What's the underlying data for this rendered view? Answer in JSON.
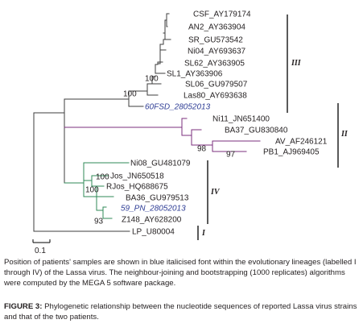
{
  "tree": {
    "leaves": [
      {
        "id": "CSF",
        "label": "CSF_AY179174",
        "highlight": false
      },
      {
        "id": "AN2",
        "label": "AN2_AY363904",
        "highlight": false
      },
      {
        "id": "SR",
        "label": "SR_GU573542",
        "highlight": false
      },
      {
        "id": "Ni04",
        "label": "Ni04_AY693637",
        "highlight": false
      },
      {
        "id": "SL62",
        "label": "SL62_AY363905",
        "highlight": false
      },
      {
        "id": "SL1",
        "label": "SL1_AY363906",
        "highlight": false
      },
      {
        "id": "SL06",
        "label": "SL06_GU979507",
        "highlight": false
      },
      {
        "id": "Las80",
        "label": "Las80_AY693638",
        "highlight": false
      },
      {
        "id": "60FSD",
        "label": "60FSD_28052013",
        "highlight": true
      },
      {
        "id": "Ni11",
        "label": "Ni11_JN651400",
        "highlight": false
      },
      {
        "id": "BA37",
        "label": "BA37_GU830840",
        "highlight": false
      },
      {
        "id": "AV",
        "label": "AV_AF246121",
        "highlight": false
      },
      {
        "id": "PB1",
        "label": "PB1_AJ969405",
        "highlight": false
      },
      {
        "id": "Ni08",
        "label": "Ni08_GU481079",
        "highlight": false
      },
      {
        "id": "Jos",
        "label": "Jos_JN650518",
        "highlight": false
      },
      {
        "id": "RJos",
        "label": "RJos_HQ688675",
        "highlight": false
      },
      {
        "id": "BA36",
        "label": "BA36_GU979513",
        "highlight": false
      },
      {
        "id": "59PN",
        "label": "59_PN_28052013",
        "highlight": true
      },
      {
        "id": "Z148",
        "label": "Z148_AY628200",
        "highlight": false
      },
      {
        "id": "LP",
        "label": "LP_U80004",
        "highlight": false
      }
    ],
    "bootstrap_values": [
      {
        "node": "SL1-pair",
        "value": "100"
      },
      {
        "node": "lineage-III",
        "value": "100"
      },
      {
        "node": "lineage-II",
        "value": "98"
      },
      {
        "node": "AV-PB1",
        "value": "97"
      },
      {
        "node": "Jos-RJos",
        "value": "100"
      },
      {
        "node": "lineage-IV",
        "value": "100"
      },
      {
        "node": "Z148-pair",
        "value": "93"
      }
    ],
    "lineages": [
      {
        "id": "III",
        "label": "III"
      },
      {
        "id": "II",
        "label": "II"
      },
      {
        "id": "IV",
        "label": "IV"
      },
      {
        "id": "I",
        "label": "I"
      }
    ],
    "scale_bar": {
      "label": "0.1",
      "value": 0.1
    },
    "colors": {
      "text": "#231f20",
      "highlight": "#2e3d95",
      "lineage_II_branch": "#7b2f7e",
      "lineage_IV_branch": "#2f8a57",
      "default_branch": "#3d3d3d"
    }
  },
  "caption": {
    "note": "Position of patients' samples are shown in blue italicised font within the evolutionary lineages (labelled I through IV) of the Lassa virus. The neighbour-joining and bootstrapping (1000 replicates) algorithms were computed by the MEGA 5 software package.",
    "figure_label": "FIGURE 3:",
    "figure_title": "Phylogenetic relationship between the nucleotide sequences of reported Lassa virus strains and that of the two patients."
  }
}
